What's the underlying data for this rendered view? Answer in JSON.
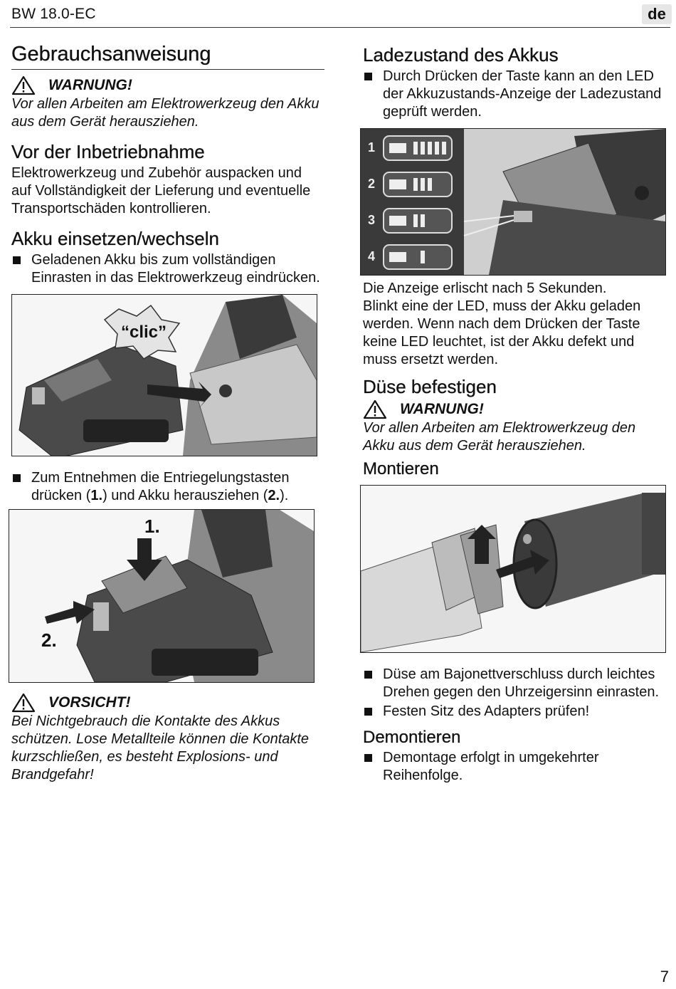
{
  "header": {
    "model": "BW 18.0-EC",
    "lang": "de"
  },
  "left": {
    "title": "Gebrauchsanweisung",
    "warning1": {
      "label": "WARNUNG!",
      "text": "Vor allen Arbeiten am Elektrowerkzeug den Akku aus dem Gerät herausziehen."
    },
    "section1": {
      "title": "Vor der Inbetriebnahme",
      "text": "Elektrowerkzeug und Zubehör auspacken und auf Vollständigkeit der Lieferung und eventuelle Transportschäden kontrollieren."
    },
    "section2": {
      "title": "Akku einsetzen/wechseln",
      "bullet1": "Geladenen Akku bis zum vollständigen Einrasten in das Elektrowerkzeug eindrücken.",
      "clic_label": "“clic”",
      "bullet2_pre": "Zum Entnehmen die Entriegelungstasten drücken (",
      "bullet2_n1": "1.",
      "bullet2_mid": ") und Akku herausziehen (",
      "bullet2_n2": "2.",
      "bullet2_post": ").",
      "fig_step1": "1.",
      "fig_step2": "2."
    },
    "caution": {
      "label": "VORSICHT!",
      "text": "Bei Nichtgebrauch die Kontakte des Akkus schützen. Lose Metallteile können die Kontakte kurzschließen, es besteht Explosions- und Brandgefahr!"
    }
  },
  "right": {
    "section1": {
      "title": "Ladezustand des Akkus",
      "bullet1": "Durch Drücken der Taste kann an den LED der Akkuzustands-Anzeige der Ladezustand geprüft werden.",
      "levels": [
        "1",
        "2",
        "3",
        "4"
      ],
      "text1": "Die Anzeige erlischt nach 5 Sekunden.",
      "text2": "Blinkt eine der LED, muss der Akku geladen werden. Wenn nach dem Drücken der Taste keine LED leuchtet, ist der Akku defekt und muss ersetzt werden."
    },
    "section2": {
      "title": "Düse befestigen",
      "warning": {
        "label": "WARNUNG!",
        "text": "Vor allen Arbeiten am Elektrowerkzeug den Akku aus dem Gerät herausziehen."
      },
      "mount_title": "Montieren",
      "bullet1": "Düse am Bajonettverschluss durch leichtes Drehen gegen den Uhrzeigersinn einrasten.",
      "bullet2": "Festen Sitz des Adapters prüfen!",
      "dismount_title": "Demontieren",
      "bullet3": "Demontage erfolgt in umgekehrter Reihenfolge."
    }
  },
  "footer": {
    "page": "7"
  }
}
